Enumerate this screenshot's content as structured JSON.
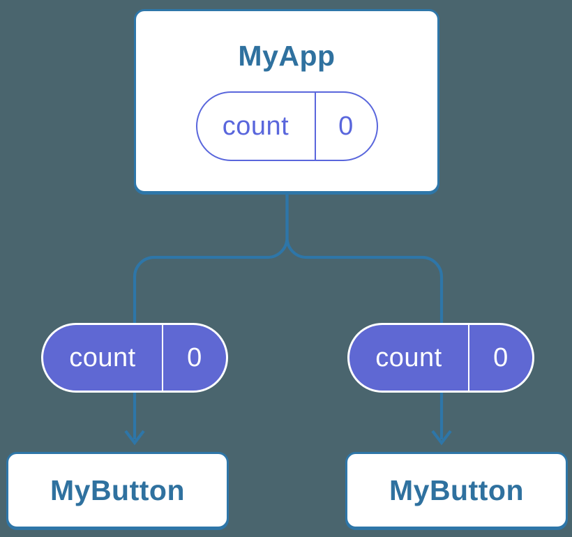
{
  "colors": {
    "background": "#4a656e",
    "connector": "#2e76a8",
    "node_bg": "#ffffff",
    "node_border": "#2e76a8",
    "node_text": "#2f719f",
    "state_outline": "#5966dc",
    "state_fill": "#5f68d3",
    "state_text_light": "#ffffff"
  },
  "diagram": {
    "root": {
      "title": "MyApp",
      "state": {
        "name": "count",
        "value": "0"
      }
    },
    "children": [
      {
        "title": "MyButton",
        "prop": {
          "name": "count",
          "value": "0"
        }
      },
      {
        "title": "MyButton",
        "prop": {
          "name": "count",
          "value": "0"
        }
      }
    ]
  }
}
